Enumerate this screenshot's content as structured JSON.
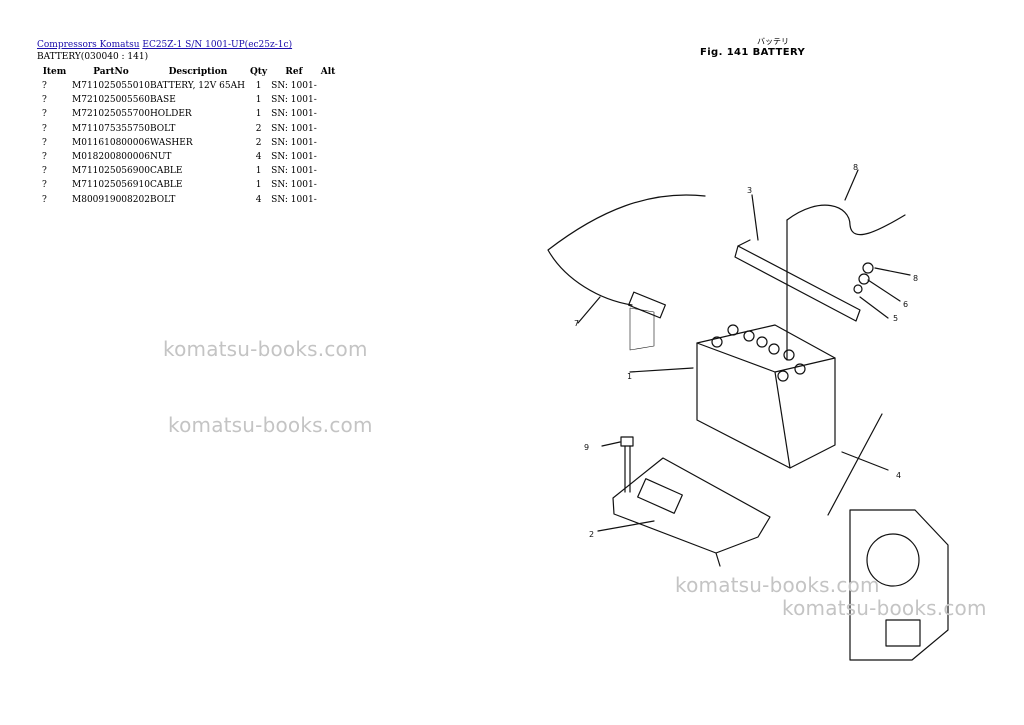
{
  "breadcrumb": {
    "link1": "Compressors Komatsu",
    "link2": "EC25Z-1 S/N 1001-UP(ec25z-1c)"
  },
  "subtitle": "BATTERY(030040 : 141)",
  "table": {
    "headers": {
      "item": "Item",
      "partno": "PartNo",
      "description": "Description",
      "qty": "Qty",
      "ref": "Ref",
      "alt": "Alt"
    },
    "rows": [
      {
        "item": "?",
        "partno": "M711025055010",
        "description": "BATTERY, 12V 65AH",
        "qty": "1",
        "ref": "SN: 1001-",
        "alt": ""
      },
      {
        "item": "?",
        "partno": "M721025005560",
        "description": "BASE",
        "qty": "1",
        "ref": "SN: 1001-",
        "alt": ""
      },
      {
        "item": "?",
        "partno": "M721025055700",
        "description": "HOLDER",
        "qty": "1",
        "ref": "SN: 1001-",
        "alt": ""
      },
      {
        "item": "?",
        "partno": "M711075355750",
        "description": "BOLT",
        "qty": "2",
        "ref": "SN: 1001-",
        "alt": ""
      },
      {
        "item": "?",
        "partno": "M011610800006",
        "description": "WASHER",
        "qty": "2",
        "ref": "SN: 1001-",
        "alt": ""
      },
      {
        "item": "?",
        "partno": "M018200800006",
        "description": "NUT",
        "qty": "4",
        "ref": "SN: 1001-",
        "alt": ""
      },
      {
        "item": "?",
        "partno": "M711025056900",
        "description": "CABLE",
        "qty": "1",
        "ref": "SN: 1001-",
        "alt": ""
      },
      {
        "item": "?",
        "partno": "M711025056910",
        "description": "CABLE",
        "qty": "1",
        "ref": "SN: 1001-",
        "alt": ""
      },
      {
        "item": "?",
        "partno": "M800919008202",
        "description": "BOLT",
        "qty": "4",
        "ref": "SN: 1001-",
        "alt": ""
      }
    ]
  },
  "figure": {
    "title": "Fig. 141   BATTERY",
    "title_jp": "バッテリ",
    "callouts": {
      "c1": "1",
      "c2": "2",
      "c3": "3",
      "c4": "4",
      "c5": "5",
      "c6": "6",
      "c7": "7",
      "c8": "8",
      "c9": "9",
      "c8b": "8"
    }
  },
  "watermark": "komatsu-books.com",
  "colors": {
    "link": "#1a0dab",
    "watermark": "#c4c4c4"
  }
}
